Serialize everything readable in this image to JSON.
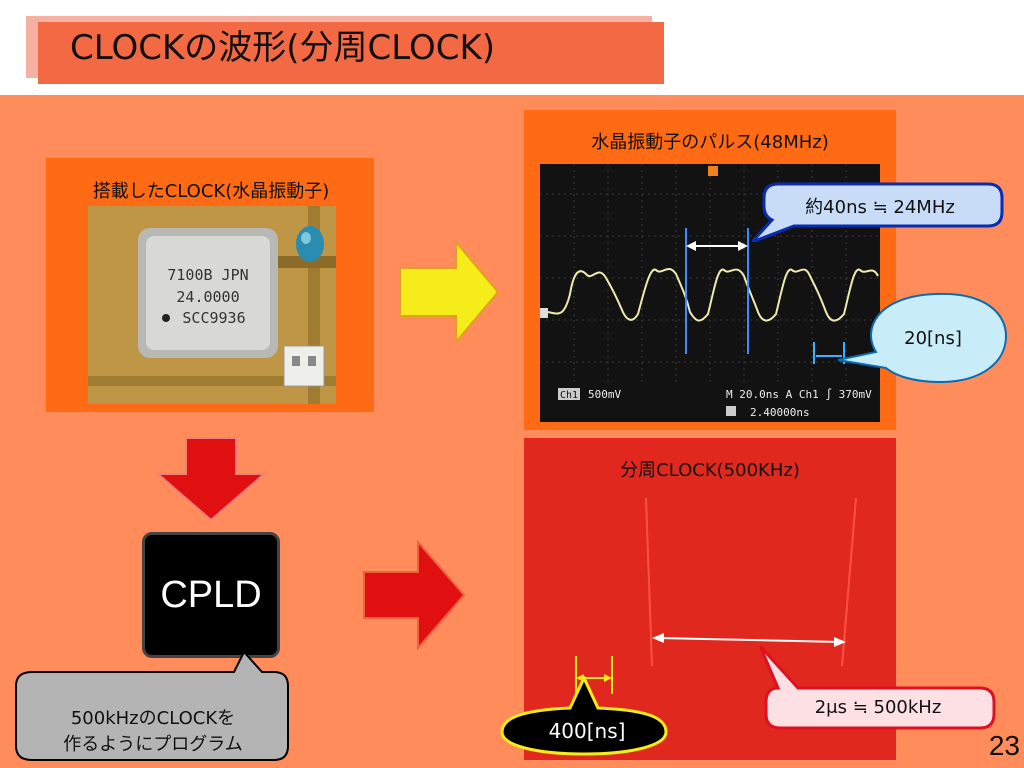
{
  "slide": {
    "title": "CLOCKの波形(分周CLOCK)",
    "page_number": "23"
  },
  "crystal": {
    "label": "搭載したCLOCK(水晶振動子)",
    "chip_text": [
      "7100B JPN",
      "24.0000",
      "SCC9936"
    ]
  },
  "cpld": {
    "label": "CPLD",
    "callout_lines": [
      "500kHzのCLOCKを",
      "作るようにプログラム"
    ]
  },
  "scope": {
    "title": "水晶振動子のパルス(48MHz)",
    "status_left": "500mV",
    "status_ch_tag": "Ch1",
    "status_right": "M 20.0ns  A  Ch1  ∫   370mV",
    "status_trigger": "2.40000ns",
    "callout_period": "約40ns ≒ 24MHz",
    "callout_half": "20[ns]"
  },
  "divided": {
    "title": "分周CLOCK(500KHz)",
    "callout_period": "2μs ≒ 500kHz",
    "callout_pulse": "400[ns]"
  },
  "colors": {
    "title_bar": "#f26944",
    "slide_bg": "#ff8c5a",
    "panel_orange": "#ff6a14",
    "panel_red": "#e0281e",
    "arrow_yellow": "#f5ec1a",
    "arrow_red": "#e01010",
    "callout_blue": "#c8dcf8",
    "callout_cyan": "#c8ecf8",
    "callout_pink": "#fce0e4"
  }
}
